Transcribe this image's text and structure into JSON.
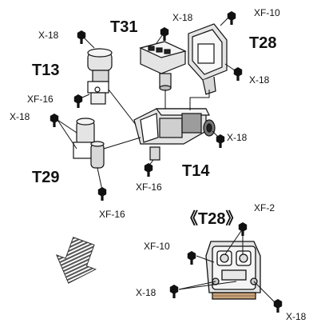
{
  "labels": {
    "T31": "T31",
    "T28": "T28",
    "T13": "T13",
    "T29": "T29",
    "T14": "T14",
    "X18": "X-18",
    "XF10": "XF-10",
    "XF16": "XF-16",
    "XF2": "XF-2",
    "detail_title": "《T28》"
  },
  "icons": {
    "arrow": "down-left-arrow-icon",
    "fastener": "hex-bolt-icon"
  },
  "colors": {
    "ink": "#111111",
    "part_fill": "#e4e4e4",
    "accent_stripe": "#c9a37a"
  }
}
